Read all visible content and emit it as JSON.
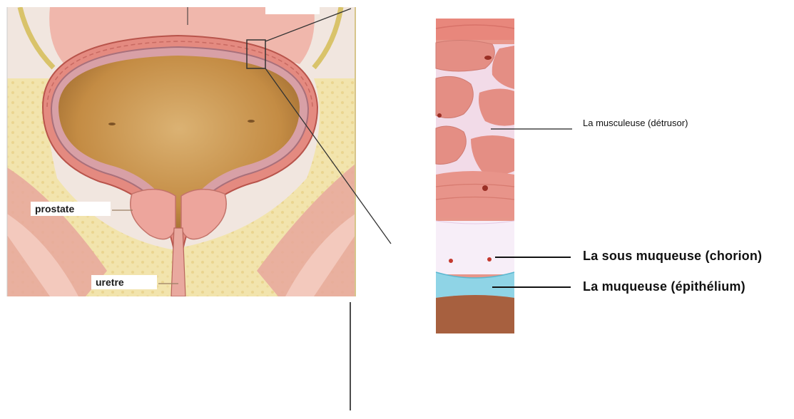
{
  "labels": {
    "prostate": "prostate",
    "uretre": "uretre",
    "musculeuse": "La musculeuse (détrusor)",
    "sous_muqueuse": "La sous muqueuse (chorion)",
    "muqueuse": "La muqueuse (épithélium)"
  },
  "colors": {
    "muscle": "#e98f86",
    "muscle_light": "#f3b3aa",
    "fat": "#efe0a6",
    "urine": "#c9944a",
    "connective": "#f3e6f2",
    "epithelium": "#8fd4e6",
    "deep_tissue": "#a45a3a"
  }
}
